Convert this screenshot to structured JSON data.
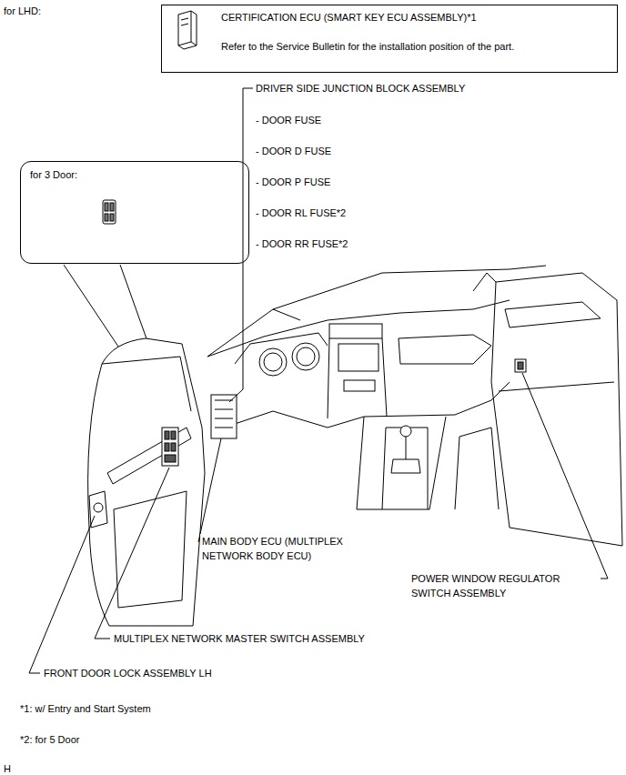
{
  "diagram": {
    "nodes": [
      {
        "text": [
          "CERTIFICATION ECU (SMART KEY ECU ASSEMBLY)*1",
          "Refer to the Service Bulletin for the installation position of the part."
        ]
      },
      {
        "text": [
          "for 3 Door:"
        ]
      }
    ],
    "labels": [
      "for LHD:",
      "DRIVER SIDE JUNCTION BLOCK ASSEMBLY",
      "- DOOR FUSE",
      "- DOOR D FUSE",
      "- DOOR P FUSE",
      "- DOOR RL FUSE*2",
      "- DOOR RR FUSE*2",
      "MAIN BODY ECU (MULTIPLEX NETWORK BODY ECU)",
      "POWER WINDOW REGULATOR SWITCH ASSEMBLY",
      "MULTIPLEX NETWORK MASTER SWITCH ASSEMBLY",
      "FRONT DOOR LOCK ASSEMBLY LH",
      "*1: w/ Entry and Start System",
      "*2: for 5 Door",
      "H"
    ]
  }
}
